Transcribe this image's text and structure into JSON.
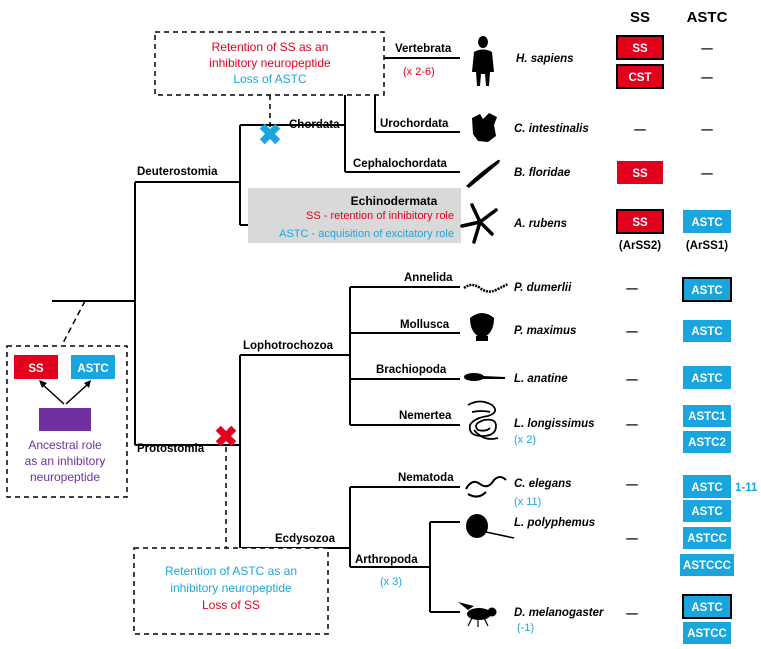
{
  "headers": {
    "ss": "SS",
    "astc": "ASTC"
  },
  "clades": {
    "deuterostomia": "Deuterostomia",
    "protostomia": "Protostomia",
    "chordata": "Chordata",
    "vertebrata": "Vertebrata",
    "urochordata": "Urochordata",
    "cephalochordata": "Cephalochordata",
    "echinodermata": "Echinodermata",
    "lophotrochozoa": "Lophotrochozoa",
    "ecdysozoa": "Ecdysozoa",
    "annelida": "Annelida",
    "mollusca": "Mollusca",
    "brachiopoda": "Brachiopoda",
    "nemertea": "Nemertea",
    "nematoda": "Nematoda",
    "arthropoda": "Arthropoda"
  },
  "multipliers": {
    "vertebrata": "(x 2-6)",
    "nemertea": "(x 2)",
    "nematoda": "(x 11)",
    "arthropoda": "(x 3)",
    "drosophila": "(-1)"
  },
  "species": {
    "h_sapiens": "H. sapiens",
    "c_intestinalis": "C. intestinalis",
    "b_floridae": "B. floridae",
    "a_rubens": "A. rubens",
    "p_dumerlii": "P. dumerlii",
    "p_maximus": "P. maximus",
    "l_anatine": "L. anatine",
    "l_longissimus": "L. longissimus",
    "c_elegans": "C. elegans",
    "l_polyphemus": "L. polyphemus",
    "d_melanogaster": "D. melanogaster"
  },
  "echinoderm_notes": {
    "ss": "SS - retention of inhibitory role",
    "astc": "ASTC - acquisition of excitatory role"
  },
  "chordate_note": {
    "line1": "Retention of SS as an",
    "line2": "inhibitory neuropeptide",
    "line3": "Loss of ASTC"
  },
  "protostome_note": {
    "line1": "Retention of ASTC as an",
    "line2": "inhibitory neuropeptide",
    "line3": "Loss of SS"
  },
  "ancestral": {
    "ss": "SS",
    "astc": "ASTC",
    "line1": "Ancestral role",
    "line2": "as an inhibitory",
    "line3": "neuropeptide"
  },
  "boxes": {
    "ss": "SS",
    "cst": "CST",
    "astc": "ASTC",
    "astc1": "ASTC1",
    "astc2": "ASTC2",
    "astcc": "ASTCC",
    "astccc": "ASTCCC",
    "astc_range": "1-11",
    "arss2": "(ArSS2)",
    "arss1": "(ArSS1)"
  },
  "absent_mark": "—",
  "colors": {
    "ss_red": "#e4001c",
    "astc_blue": "#19a6df",
    "purple": "#7030a0",
    "echinoderm_bg": "#d9d9d9"
  }
}
